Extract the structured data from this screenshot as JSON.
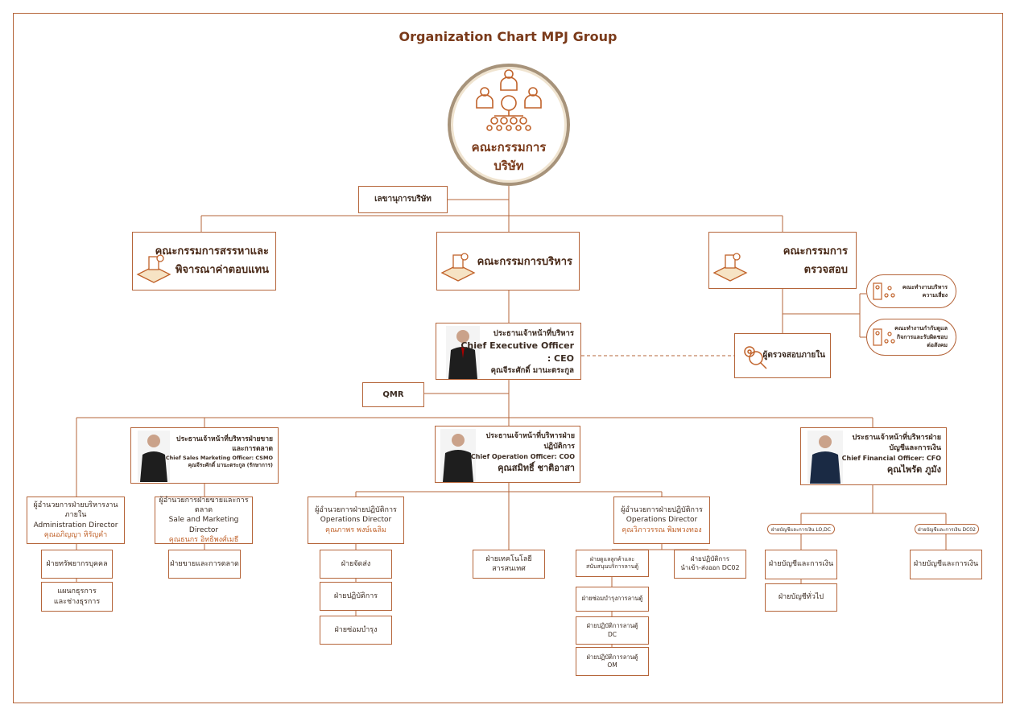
{
  "title": "Organization Chart MPJ Group",
  "board": {
    "line1": "คณะกรรมการ",
    "line2": "บริษัท"
  },
  "secretary": "เลขานุการบริษัท",
  "committees": {
    "nomination": {
      "line1": "คณะกรรมการสรรหาและ",
      "line2": "พิจารณาค่าตอบแทน"
    },
    "executive": "คณะกรรมการบริหาร",
    "audit": {
      "line1": "คณะกรรมการ",
      "line2": "ตรวจสอบ"
    }
  },
  "working_groups": {
    "risk": {
      "line1": "คณะทำงานบริหาร",
      "line2": "ความเสี่ยง"
    },
    "governance": {
      "line1": "คณะทำงานกำกับดูแล",
      "line2": "กิจการและรับผิดชอบ",
      "line3": "ต่อสังคม"
    }
  },
  "internal_audit": "ผู้ตรวจสอบภายใน",
  "ceo": {
    "th": "ประธานเจ้าหน้าที่บริหาร",
    "en1": "Chief Executive Officer",
    "en2": ": CEO",
    "name": "คุณจีระศักดิ์ มานะตระกูล"
  },
  "qmr": "QMR",
  "csmo": {
    "th1": "ประธานเจ้าหน้าที่บริหารฝ่ายขาย",
    "th2": "และการตลาด",
    "en": "Chief Sales Marketing Officer: CSMO",
    "name": "คุณจีระศักดิ์ มานะตระกูล (รักษาการ)"
  },
  "coo": {
    "th1": "ประธานเจ้าหน้าที่บริหารฝ่าย",
    "th2": "ปฏิบัติการ",
    "en": "Chief Operation Officer: COO",
    "name": "คุณสมิทธิ์ ชาติอาสา"
  },
  "cfo": {
    "th1": "ประธานเจ้าหน้าที่บริหารฝ่าย",
    "th2": "บัญชีและการเงิน",
    "en": "Chief Financial Officer: CFO",
    "name": "คุณไพรัต ภูมัง"
  },
  "directors": {
    "admin": {
      "th": "ผู้อำนวยการฝ่ายบริหารงานภายใน",
      "en": "Administration Director",
      "name": "คุณอภิญญา หิรัญคำ"
    },
    "sales": {
      "th": "ผู้อำนวยการฝ่ายขายและการตลาด",
      "en": "Sale and Marketing Director",
      "name": "คุณธนกร อิทธิพงศ์เมธี"
    },
    "ops1": {
      "th": "ผู้อำนวยการฝ่ายปฏิบัติการ",
      "en": "Operations Director",
      "name": "คุณภาพร พงษ์เฉลิม"
    },
    "ops2": {
      "th": "ผู้อำนวยการฝ่ายปฏิบัติการ",
      "en": "Operations Director",
      "name": "คุณวิภาวรรณ พิมพวงทอง"
    }
  },
  "finance_heads": {
    "lo_dc": "ฝ่ายบัญชีและการเงิน LO,DC",
    "dc02": "ฝ่ายบัญชีและการเงิน DC02"
  },
  "departments": {
    "hr": "ฝ่ายทรัพยากรบุคคล",
    "admin1": "แผนกธุรการ",
    "admin2": "และช่างธุรการ",
    "salesmkt": "ฝ่ายขายและการตลาด",
    "delivery": "ฝ่ายจัดส่ง",
    "operations": "ฝ่ายปฏิบัติการ",
    "maintenance": "ฝ่ายซ่อมบำรุง",
    "it1": "ฝ่ายเทคโนโลยี",
    "it2": "สารสนเทศ",
    "cust1": "ฝ่ายดูแลลูกค้าและ",
    "cust2": "สนับสนุนบริการลานตู้",
    "yard_maint": "ฝ่ายซ่อมบำรุงการลานตู้",
    "yard_dc1": "ฝ่ายปฏิบัติการลานตู้",
    "yard_dc2": "DC",
    "yard_om1": "ฝ่ายปฏิบัติการลานตู้",
    "yard_om2": "OM",
    "dc02_1": "ฝ่ายปฏิบัติการ",
    "dc02_2": "นำเข้า-ส่งออก DC02",
    "acct1": "ฝ่ายบัญชีและการเงิน",
    "acct_general": "ฝ่ายบัญชีทั่วไป",
    "acct2": "ฝ่ายบัญชีและการเงิน"
  },
  "colors": {
    "border": "#b5653a",
    "accent_text": "#c0622a",
    "title": "#7a3a1a",
    "circle_ring": "#a7937a"
  },
  "icons": [
    "people-network-icon",
    "meeting-icon",
    "gear-search-icon"
  ]
}
